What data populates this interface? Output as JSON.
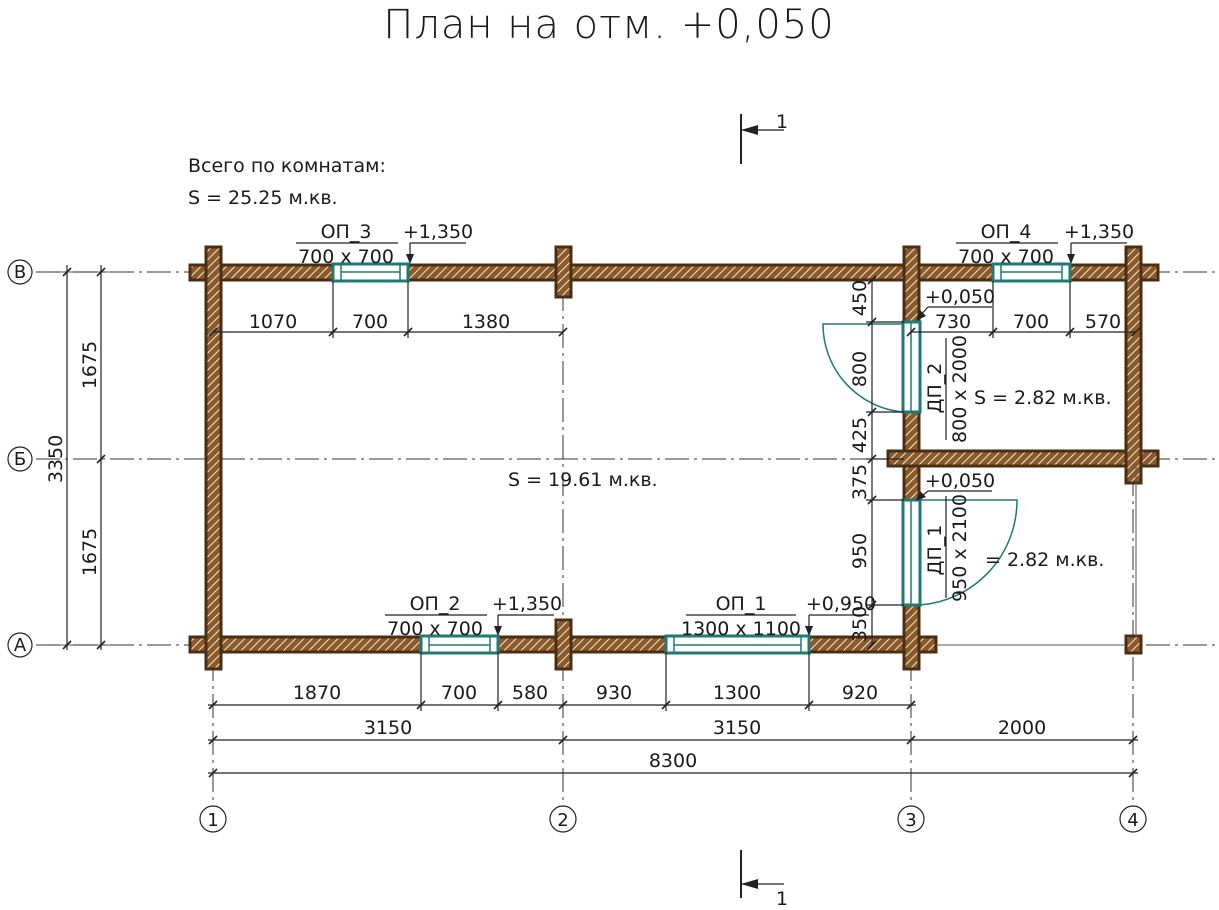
{
  "title": "План на отм. +0,050",
  "summary": {
    "line1": "Всего по комнатам:",
    "line2": "S   =   25.25 м.кв."
  },
  "section_mark": "1",
  "axes": {
    "letters": [
      "В",
      "Б",
      "А"
    ],
    "numbers": [
      "1",
      "2",
      "3",
      "4"
    ]
  },
  "openings": {
    "op3": {
      "name": "ОП_3",
      "size": "700 х 700",
      "mark": "+1,350"
    },
    "op4": {
      "name": "ОП_4",
      "size": "700 х 700",
      "mark": "+1,350"
    },
    "op2": {
      "name": "ОП_2",
      "size": "700 х 700",
      "mark": "+1,350"
    },
    "op1": {
      "name": "ОП_1",
      "size": "1300 х 1100",
      "mark": "+0,950"
    },
    "dp2": {
      "name": "ДП_2",
      "size": "800 х 2000",
      "mark": "+0,050"
    },
    "dp1": {
      "name": "ДП_1",
      "size": "950 х 2100",
      "mark": "+0,050"
    }
  },
  "rooms": {
    "main": "S   = 19.61 м.кв.",
    "upper_right": "S   = 2.82 м.кв.",
    "lower_right": "= 2.82 м.кв."
  },
  "dims": {
    "top_row": [
      "1070",
      "700",
      "1380"
    ],
    "right_top_row": [
      "730",
      "700",
      "570"
    ],
    "bottom_row": [
      "1870",
      "700",
      "580",
      "930",
      "1300",
      "920"
    ],
    "axis_row": [
      "3150",
      "3150",
      "2000"
    ],
    "total": "8300",
    "left_outer": "3350",
    "left_inner": [
      "1675",
      "1675"
    ],
    "vertical_chain": [
      "450",
      "800",
      "425",
      "375",
      "950",
      "350"
    ]
  },
  "colors": {
    "wall": "#8b5a2b",
    "wall_outline": "#4a2e12",
    "opening": "#1f7a74"
  }
}
